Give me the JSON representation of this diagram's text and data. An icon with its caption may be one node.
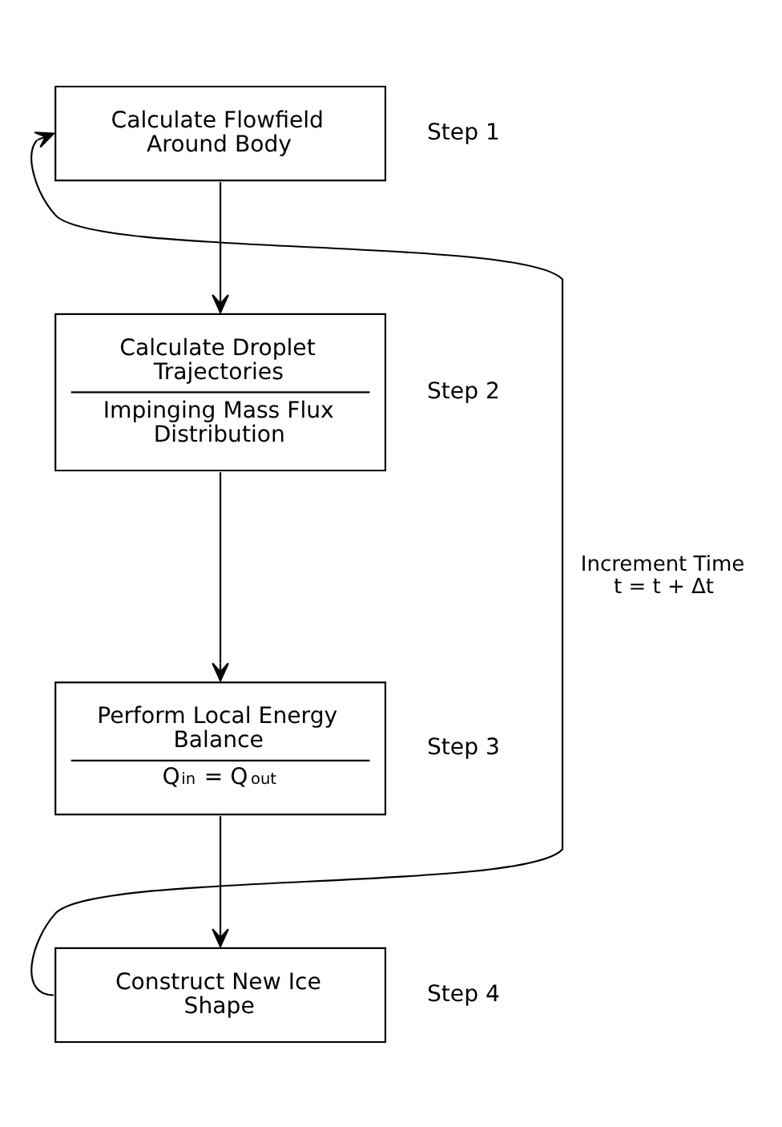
{
  "diagram": {
    "nodes": [
      {
        "text": [
          "Calculate Flowfield Around Body"
        ],
        "beside": [
          "Step 1"
        ]
      },
      {
        "text": [
          "Calculate Droplet Trajectories",
          "Impinging Mass Flux Distribution"
        ],
        "beside": [
          "Step 2"
        ]
      },
      {
        "text": [
          "Perform Local Energy Balance",
          "Q$_{in}$ = Q$_{out}$"
        ],
        "beside": [
          "Step 3"
        ]
      },
      {
        "text": [
          "Construct New Ice Shape"
        ],
        "beside": [
          "Step 4"
        ]
      }
    ],
    "edges": [
      {
        "from": 0,
        "to": 1,
        "arrow": "to"
      },
      {
        "from": 1,
        "to": 2,
        "arrow": "to"
      },
      {
        "from": 2,
        "to": 3,
        "arrow": "to"
      },
      {
        "from": 3,
        "to": 0,
        "arrow": "to",
        "label": "Increment Time t = t + Δt"
      }
    ]
  }
}
